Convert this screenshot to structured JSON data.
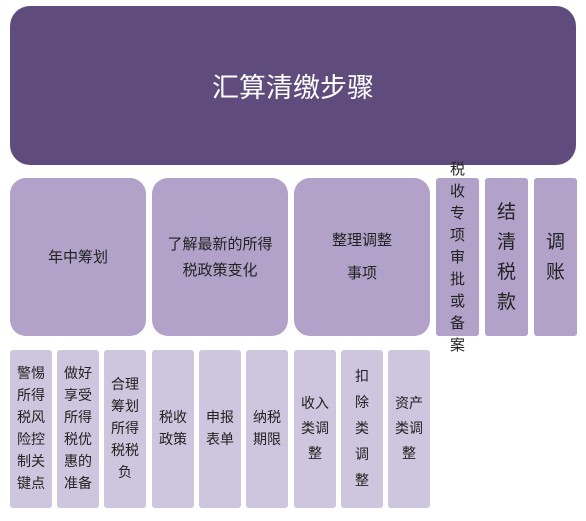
{
  "root": "汇算清缴步骤",
  "level2": [
    {
      "label": "年中筹划"
    },
    {
      "label": "了解最新的所得税政策变化"
    },
    {
      "label": "整理调整事项"
    },
    {
      "label": "税收专项审批或备案"
    },
    {
      "label": "结清税款"
    },
    {
      "label": "调账"
    }
  ],
  "level3": [
    {
      "label": "警惕所得税风险控制关键点"
    },
    {
      "label": "做好享受所得税优惠的准备"
    },
    {
      "label": "合理筹划所得税税负"
    },
    {
      "label": "税收政策"
    },
    {
      "label": "申报表单"
    },
    {
      "label": "纳税期限"
    },
    {
      "label": "收入类调整"
    },
    {
      "label": "扣除类调整"
    },
    {
      "label": "资产类调整"
    }
  ],
  "colors": {
    "root": "#604b7d",
    "level2": "#b2a2c9",
    "level3": "#cec5de"
  }
}
